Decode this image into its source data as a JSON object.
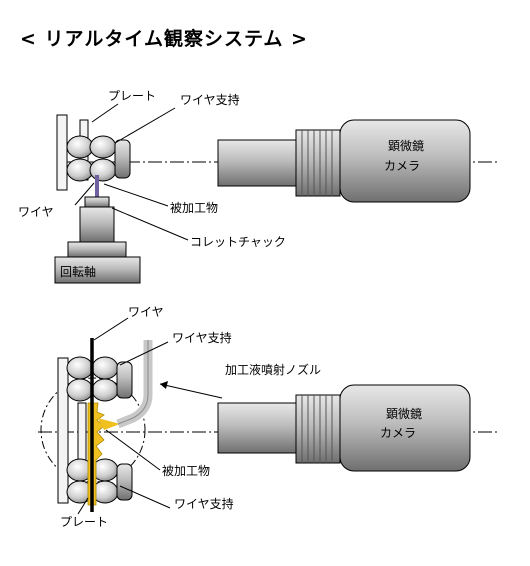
{
  "title": "< リアルタイム観察システム >",
  "top": {
    "plate": "プレート",
    "wire_support": "ワイヤ支持",
    "wire": "ワイヤ",
    "workpiece": "被加工物",
    "collet_chuck": "コレットチャック",
    "rotation_axis": "回転軸",
    "camera_line1": "顕微鏡",
    "camera_line2": "カメラ"
  },
  "bottom": {
    "wire": "ワイヤ",
    "wire_support_top": "ワイヤ支持",
    "nozzle": "加工液噴射ノズル",
    "workpiece": "被加工物",
    "wire_support_bottom": "ワイヤ支持",
    "plate": "プレート",
    "camera_line1": "顕微鏡",
    "camera_line2": "カメラ"
  },
  "colors": {
    "body": "#c8c8c8",
    "body_dark": "#8a8a8a",
    "wire": "#000000",
    "workpiece": "#f0c020",
    "wire_purple": "#7060a0"
  }
}
